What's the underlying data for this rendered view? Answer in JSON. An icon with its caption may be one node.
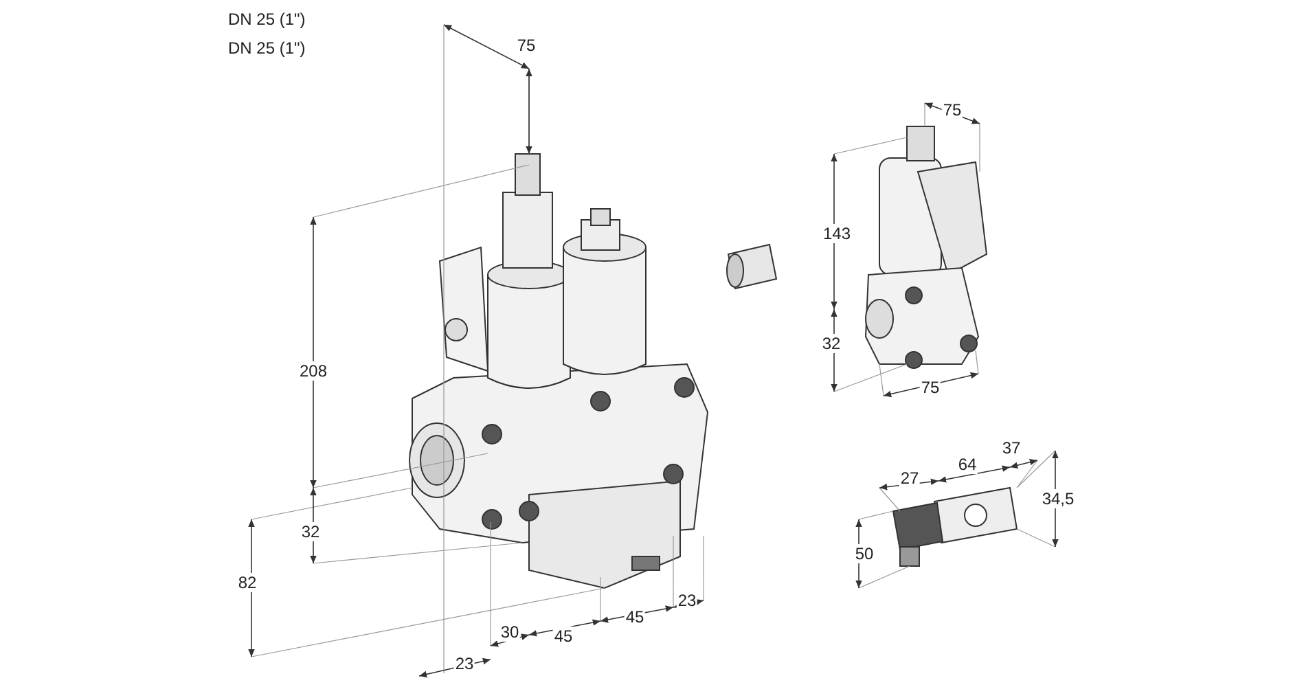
{
  "diagram": {
    "labels": [
      "DN 25 (1\")",
      "DN 25 (1\")",
      "75",
      "208",
      "32",
      "82",
      "30",
      "45",
      "45",
      "23",
      "23",
      "75",
      "143",
      "32",
      "75",
      "27",
      "64",
      "37",
      "34,5",
      "50"
    ]
  }
}
